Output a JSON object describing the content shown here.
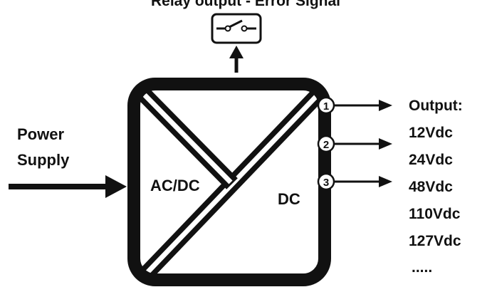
{
  "diagram": {
    "caption_partial": "Relay output - Error Signal",
    "input_label_line1": "Power",
    "input_label_line2": "Supply",
    "converter_left_label": "AC/DC",
    "converter_right_label": "DC",
    "outputs": [
      {
        "number": "1"
      },
      {
        "number": "2"
      },
      {
        "number": "3"
      }
    ],
    "output_heading": "Output:",
    "output_voltages": [
      "12Vdc",
      "24Vdc",
      "48Vdc",
      "110Vdc",
      "127Vdc"
    ],
    "more_indicator": "....."
  },
  "colors": {
    "stroke": "#111111",
    "background": "#ffffff"
  },
  "icons": {
    "relay": "relay-switch-icon",
    "arrows": "arrow-icon"
  }
}
